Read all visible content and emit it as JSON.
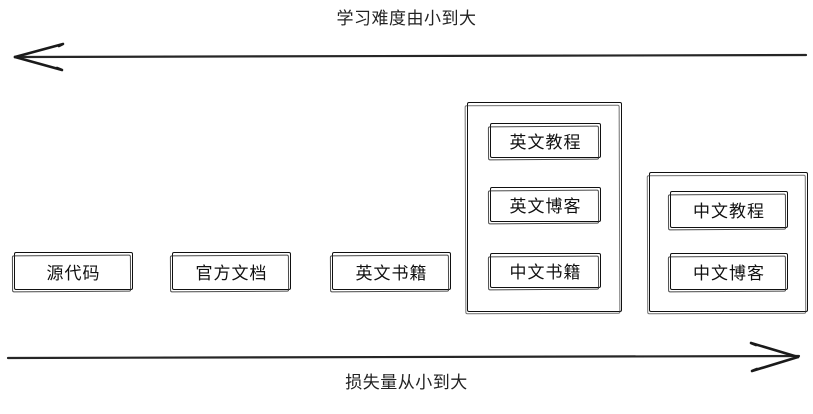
{
  "diagram": {
    "top_axis": {
      "label": "学习难度由小到大",
      "direction": "left"
    },
    "bottom_axis": {
      "label": "损失量从小到大",
      "direction": "right"
    },
    "nodes": [
      {
        "id": "source-code",
        "label": "源代码"
      },
      {
        "id": "official-docs",
        "label": "官方文档"
      },
      {
        "id": "english-books",
        "label": "英文书籍"
      }
    ],
    "groups": [
      {
        "id": "group-middle",
        "items": [
          {
            "id": "english-tutorial",
            "label": "英文教程"
          },
          {
            "id": "english-blog",
            "label": "英文博客"
          },
          {
            "id": "chinese-books",
            "label": "中文书籍"
          }
        ]
      },
      {
        "id": "group-right",
        "items": [
          {
            "id": "chinese-tutorial",
            "label": "中文教程"
          },
          {
            "id": "chinese-blog",
            "label": "中文博客"
          }
        ]
      }
    ]
  }
}
